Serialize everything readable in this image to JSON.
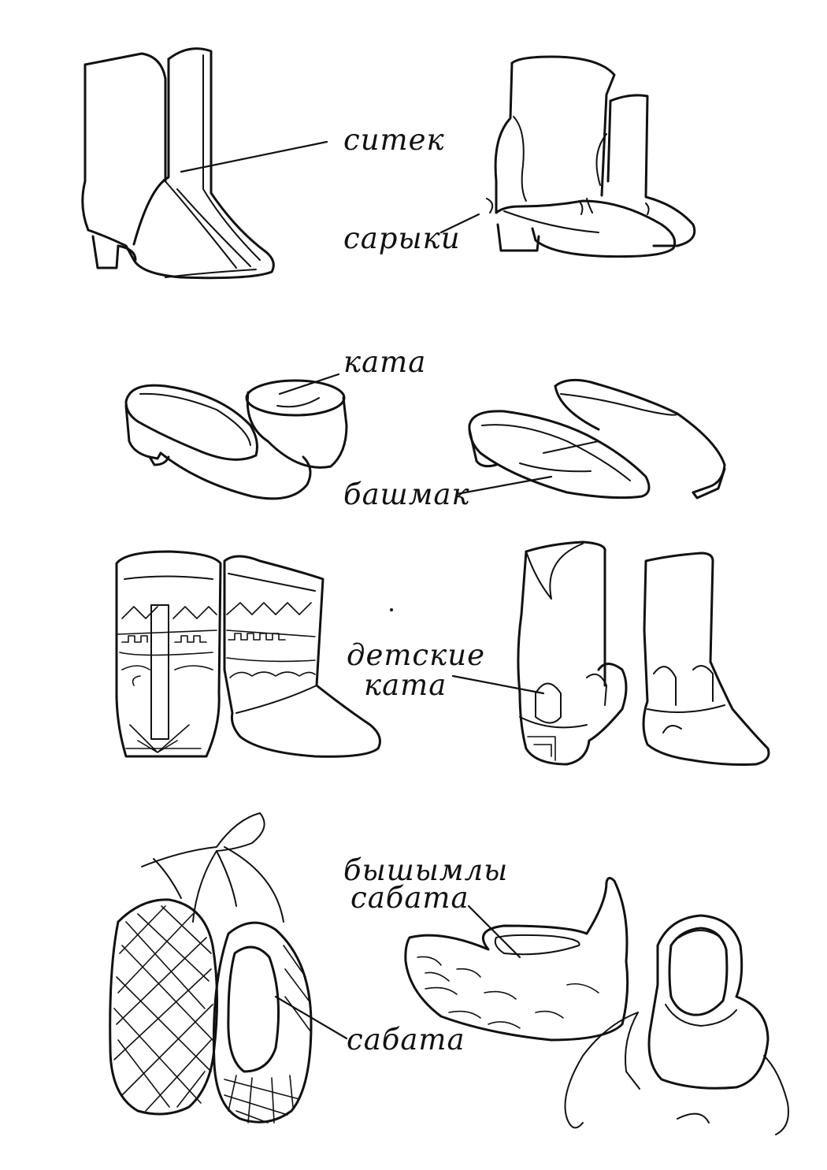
{
  "labels": {
    "sitek": "ситек",
    "saryki": "сарыки",
    "kata": "ката",
    "bashmak": "башмак",
    "kids_kata_line1": "детские",
    "kids_kata_line2": "ката",
    "bysh_sabata_line1": "бышымлы",
    "bysh_sabata_line2": "сабата",
    "sabata": "сабата"
  },
  "colors": {
    "ink": "#111111",
    "paper": "#ffffff"
  }
}
